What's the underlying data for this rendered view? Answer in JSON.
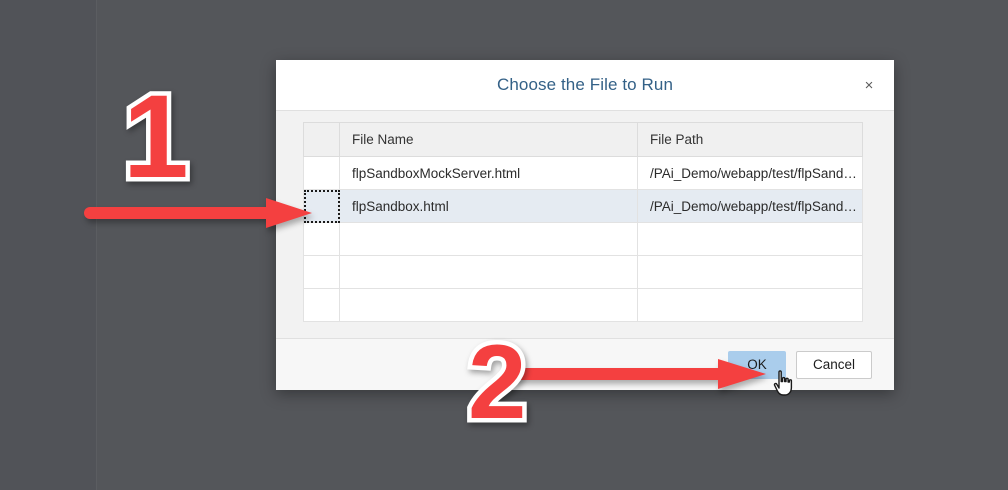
{
  "dialog": {
    "title": "Choose the File to Run",
    "close_label": "×",
    "close_icon": "close-icon"
  },
  "table": {
    "columns": [
      "",
      "File Name",
      "File Path"
    ],
    "rows": [
      {
        "file_name": "flpSandboxMockServer.html",
        "file_path": "/PAi_Demo/webapp/test/flpSandboxMo…",
        "selected": false
      },
      {
        "file_name": "flpSandbox.html",
        "file_path": "/PAi_Demo/webapp/test/flpSandbox.html",
        "selected": true
      },
      {
        "file_name": "",
        "file_path": "",
        "selected": false
      },
      {
        "file_name": "",
        "file_path": "",
        "selected": false
      },
      {
        "file_name": "",
        "file_path": "",
        "selected": false
      }
    ]
  },
  "footer": {
    "ok_label": "OK",
    "cancel_label": "Cancel"
  },
  "annotations": {
    "step_one": "1",
    "step_two": "2",
    "arrow_one_icon": "arrow-right-icon",
    "arrow_two_icon": "arrow-right-icon",
    "cursor_icon": "hand-pointer-cursor"
  },
  "colors": {
    "backdrop": "#54565a",
    "title_blue": "#346187",
    "annotation_red": "#f44040",
    "selected_row": "#e5ebf2",
    "ok_button": "#aacdec"
  }
}
